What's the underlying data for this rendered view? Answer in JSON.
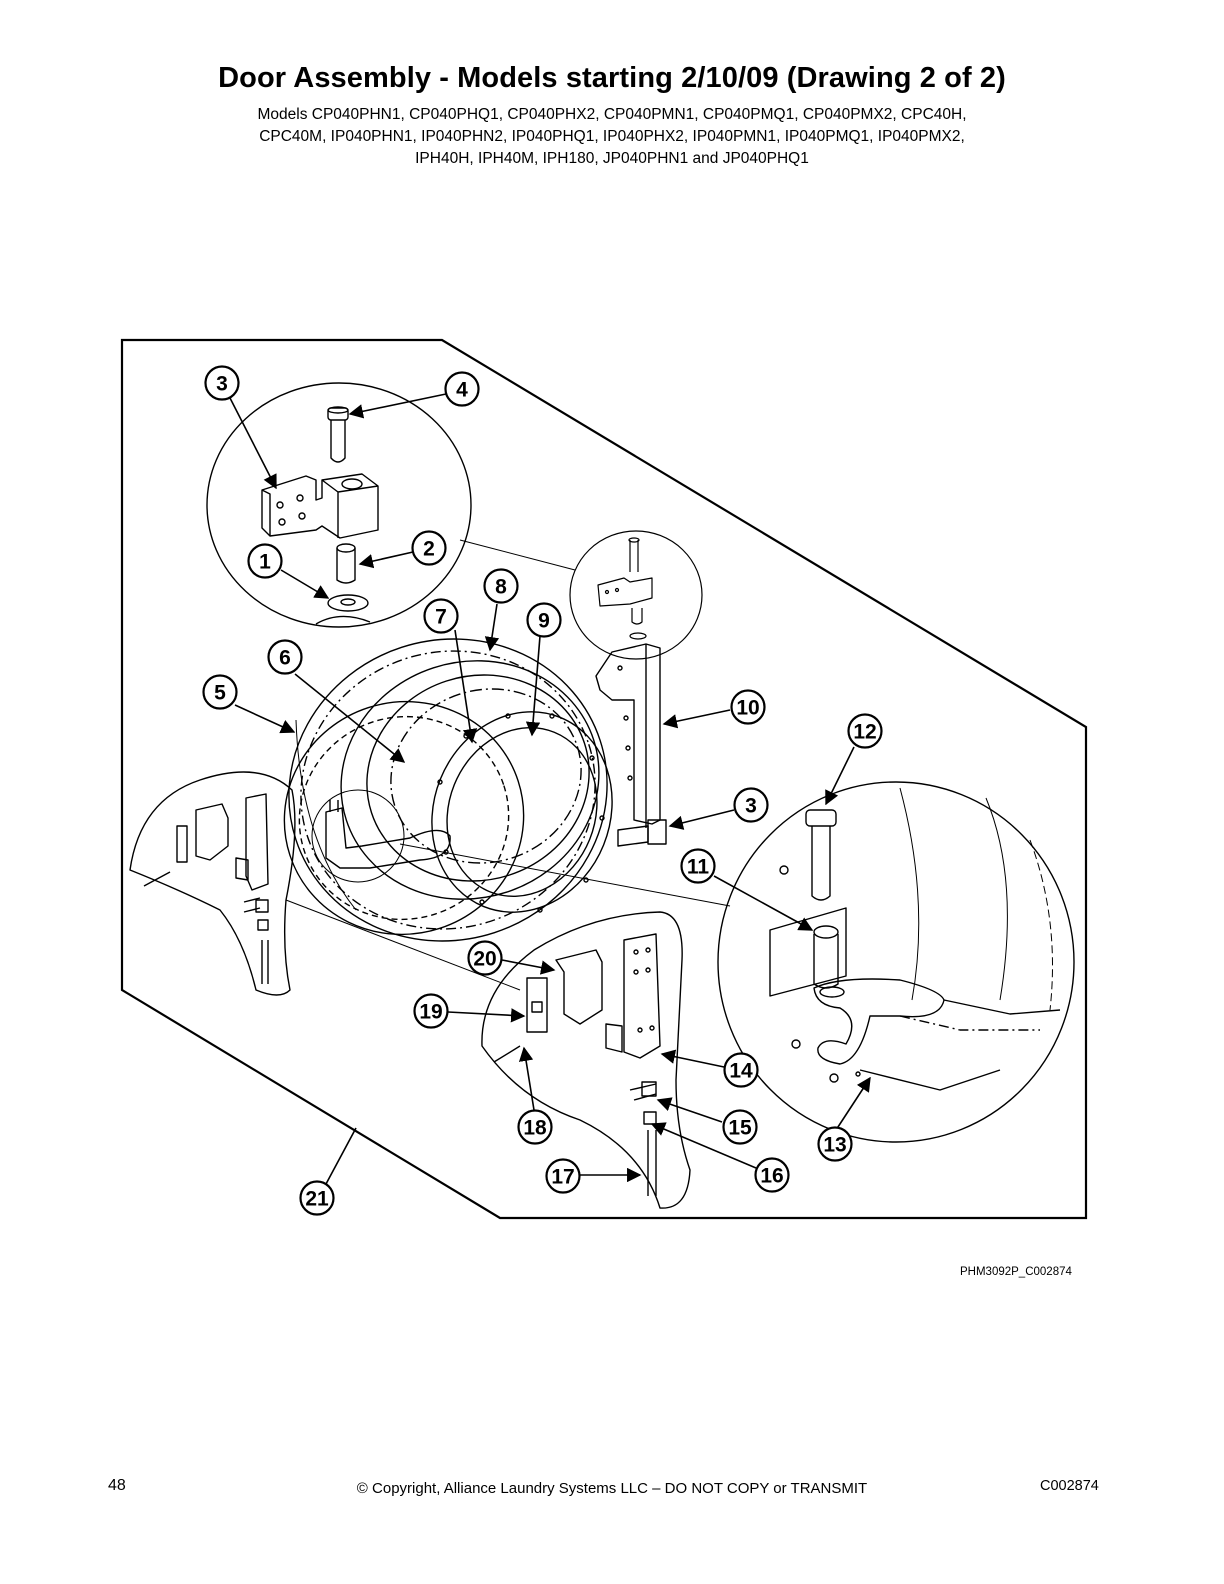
{
  "header": {
    "title": "Door Assembly - Models starting 2/10/09 (Drawing 2 of 2)",
    "models_lines": [
      "Models CP040PHN1, CP040PHQ1, CP040PHX2, CP040PMN1, CP040PMQ1, CP040PMX2, CPC40H,",
      "CPC40M, IP040PHN1, IP040PHN2, IP040PHQ1, IP040PHX2, IP040PMN1, IP040PMQ1, IP040PMX2,",
      "IPH40H, IPH40M, IPH180, JP040PHN1 and JP040PHQ1"
    ]
  },
  "callouts": [
    "3",
    "4",
    "2",
    "1",
    "8",
    "7",
    "9",
    "6",
    "5",
    "10",
    "12",
    "3",
    "11",
    "20",
    "19",
    "14",
    "18",
    "15",
    "13",
    "16",
    "17",
    "21"
  ],
  "drawing_id": "PHM3092P_C002874",
  "footer": {
    "page_number": "48",
    "copyright": "© Copyright, Alliance Laundry Systems LLC – DO NOT COPY or TRANSMIT",
    "doc_code": "C002874"
  }
}
